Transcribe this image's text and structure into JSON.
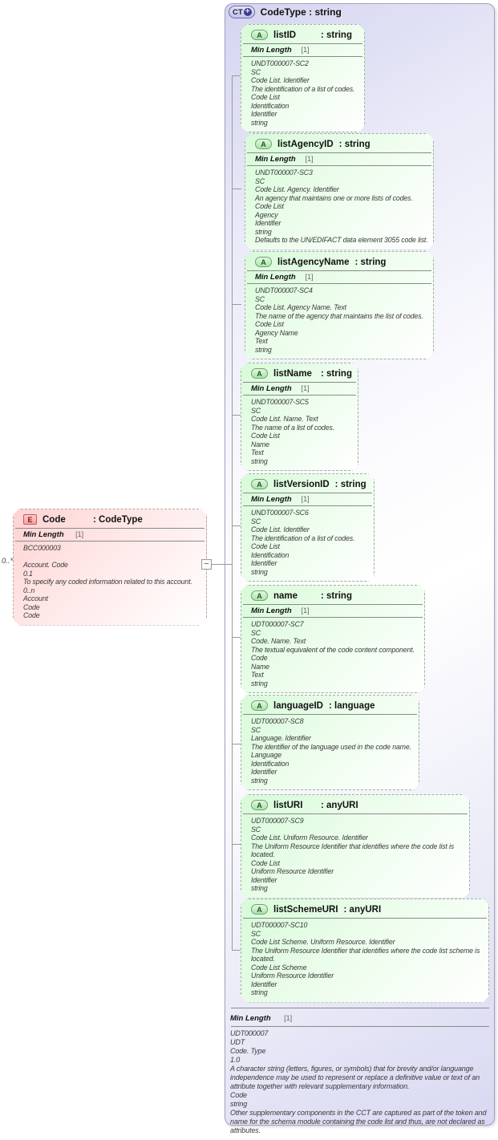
{
  "complex_type": {
    "icon_label": "CT",
    "expand_glyph": "+",
    "title": "CodeType : string",
    "attributes": [
      {
        "label": "listID",
        "type": "string",
        "facet_label": "Min Length",
        "facet_value": "[1]",
        "rows": [
          "UNDT000007-SC2",
          "SC",
          "Code List. Identifier",
          "The identification of a list of codes.",
          "Code List",
          "Identification",
          "Identifier",
          "string"
        ]
      },
      {
        "label": "listAgencyID",
        "type": "string",
        "facet_label": "Min Length",
        "facet_value": "[1]",
        "rows": [
          "UNDT000007-SC3",
          "SC",
          "Code List. Agency. Identifier",
          "An agency that maintains one or more lists of codes.",
          "Code List",
          "Agency",
          "Identifier",
          "string",
          "Defaults to the UN/EDIFACT data element 3055 code list."
        ]
      },
      {
        "label": "listAgencyName",
        "type": "string",
        "facet_label": "Min Length",
        "facet_value": "[1]",
        "rows": [
          "UNDT000007-SC4",
          "SC",
          "Code List. Agency Name. Text",
          "The name of the agency that maintains the list of codes.",
          "Code List",
          "Agency Name",
          "Text",
          "string"
        ]
      },
      {
        "label": "listName",
        "type": "string",
        "facet_label": "Min Length",
        "facet_value": "[1]",
        "rows": [
          "UNDT000007-SC5",
          "SC",
          "Code List. Name. Text",
          "The name of a list of codes.",
          "Code List",
          "Name",
          "Text",
          "string"
        ]
      },
      {
        "label": "listVersionID",
        "type": "string",
        "facet_label": "Min Length",
        "facet_value": "[1]",
        "rows": [
          "UNDT000007-SC6",
          "SC",
          "Code List. Identifier",
          "The identification of a list of codes.",
          "Code List",
          "Identification",
          "Identifier",
          "string"
        ]
      },
      {
        "label": "name",
        "type": "string",
        "facet_label": "Min Length",
        "facet_value": "[1]",
        "rows": [
          "UDT000007-SC7",
          "SC",
          "Code. Name. Text",
          "The textual equivalent of the code content component.",
          "Code",
          "Name",
          "Text",
          "string"
        ]
      },
      {
        "label": "languageID",
        "type": "language",
        "facet_label": null,
        "facet_value": null,
        "rows": [
          "UDT000007-SC8",
          "SC",
          "Language. Identifier",
          "The identifier of the language used in the code name.",
          "Language",
          "Identification",
          "Identifier",
          "string"
        ]
      },
      {
        "label": "listURI",
        "type": "anyURI",
        "facet_label": null,
        "facet_value": null,
        "rows": [
          "UDT000007-SC9",
          "SC",
          "Code List. Uniform Resource. Identifier",
          "The Uniform Resource Identifier that identifies where the code list is located.",
          "Code List",
          "Uniform Resource Identifier",
          "Identifier",
          "string"
        ]
      },
      {
        "label": "listSchemeURI",
        "type": "anyURI",
        "facet_label": null,
        "facet_value": null,
        "rows": [
          "UDT000007-SC10",
          "SC",
          "Code List Scheme. Uniform Resource. Identifier",
          "The Uniform Resource Identifier that identifies where the code list scheme is located.",
          "Code List Scheme",
          "Uniform Resource Identifier",
          "Identifier",
          "string"
        ]
      }
    ],
    "bottom": {
      "facet_label": "Min Length",
      "facet_value": "[1]",
      "rows": [
        "UDT000007",
        "UDT",
        "Code. Type",
        "1.0",
        "A character string (letters, figures, or symbols) that for brevity and/or languange independence may be used to represent or replace a definitive value or text of an attribute together with relevant supplementary information.",
        "Code",
        "string",
        "Other supplementary components in the CCT are captured as part of the token and name for the schema module containing the code list and thus, are not declared as attributes."
      ]
    }
  },
  "element": {
    "icon_label": "E",
    "name": "Code",
    "type_label": ": CodeType",
    "cardinality": "0..*",
    "collapse_glyph": "−",
    "facet_label": "Min Length",
    "facet_value": "[1]",
    "rows": [
      "BCC000003",
      "",
      "Account. Code",
      "0.1",
      "To specify any coded information related to this account.",
      "0..n",
      "Account",
      "Code",
      "Code"
    ]
  }
}
